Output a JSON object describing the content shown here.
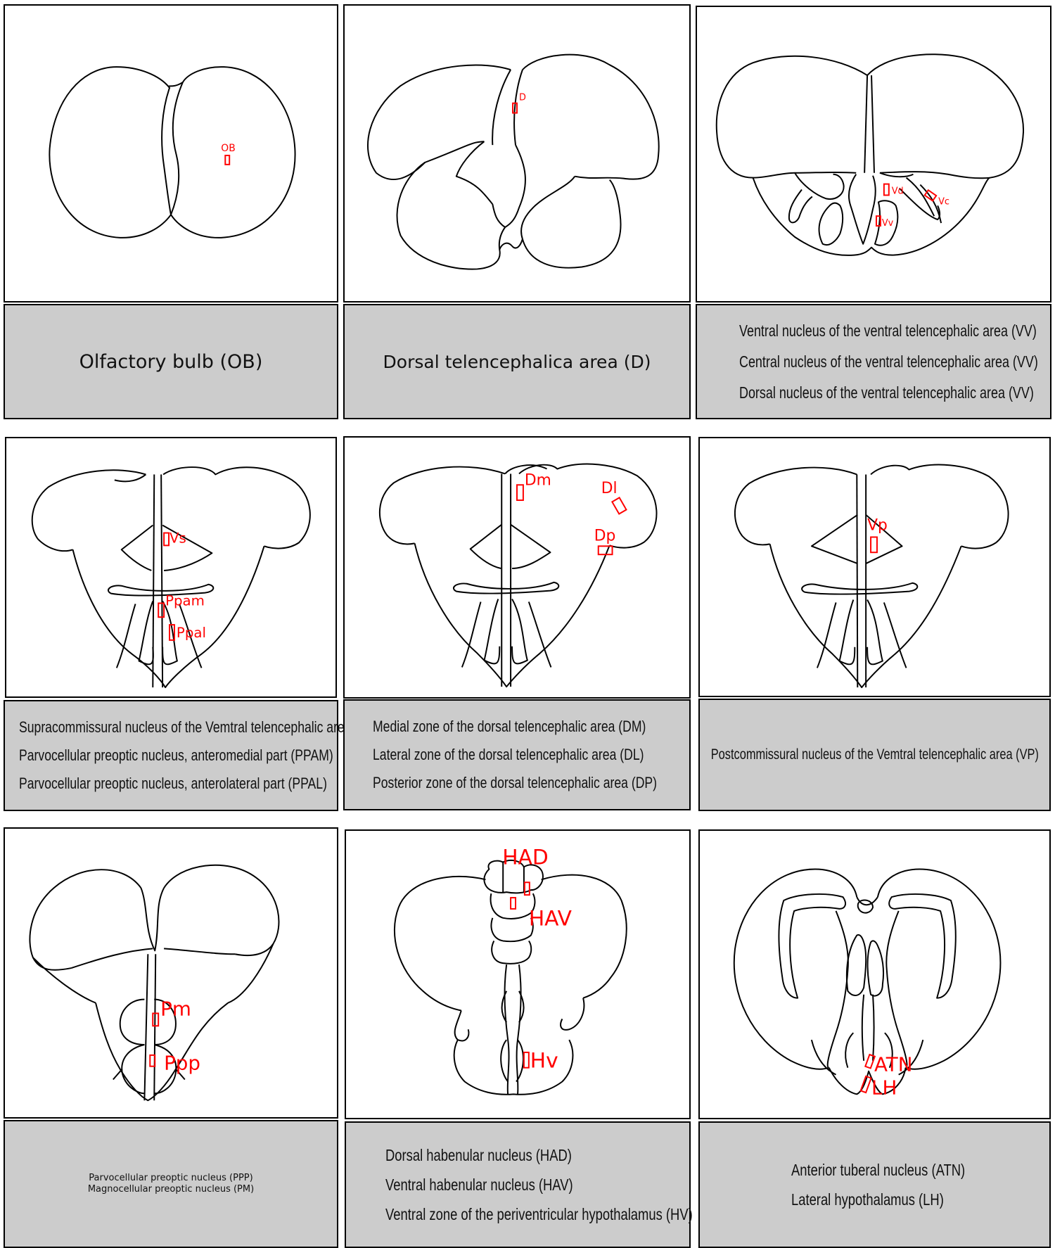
{
  "panels": [
    {
      "id": "p1",
      "labels": [
        "OB"
      ],
      "caption": [
        "Olfactory bulb (OB)"
      ]
    },
    {
      "id": "p2",
      "labels": [
        "D"
      ],
      "caption": [
        "Dorsal telencephalica area (D)"
      ]
    },
    {
      "id": "p3",
      "labels": [
        "Vd",
        "Vc",
        "Vv"
      ],
      "caption": [
        "Ventral nucleus of the ventral telencephalic area (VV)",
        "Central nucleus of the ventral telencephalic area (VV)",
        "Dorsal nucleus of the ventral telencephalic area (VV)"
      ]
    },
    {
      "id": "p4",
      "labels": [
        "Vs",
        "Ppam",
        "Ppal"
      ],
      "caption": [
        "Supracommissural nucleus of the Vemtral telencephalic area (VS)",
        "Parvocellular preoptic nucleus, anteromedial part (PPAM)",
        "Parvocellular preoptic nucleus, anterolateral part (PPAL)"
      ]
    },
    {
      "id": "p5",
      "labels": [
        "Dm",
        "Dl",
        "Dp"
      ],
      "caption": [
        "Medial zone of the dorsal telencephalic area (DM)",
        "Lateral zone of the dorsal telencephalic area (DL)",
        "Posterior zone of the dorsal telencephalic area (DP)"
      ]
    },
    {
      "id": "p6",
      "labels": [
        "Vp"
      ],
      "caption": [
        "Postcommissural nucleus of the Vemtral telencephalic area (VP)"
      ]
    },
    {
      "id": "p7",
      "labels": [
        "Pm",
        "Ppp"
      ],
      "caption": [
        "Parvocellular preoptic nucleus (PPP)",
        "Magnocellular preoptic nucleus (PM)"
      ]
    },
    {
      "id": "p8",
      "labels": [
        "HAD",
        "HAV",
        "Hv"
      ],
      "caption": [
        "Dorsal habenular nucleus (HAD)",
        "Ventral habenular nucleus (HAV)",
        "Ventral zone of the periventricular hypothalamus (HV)"
      ]
    },
    {
      "id": "p9",
      "labels": [
        "ATN",
        "LH"
      ],
      "caption": [
        "Anterior tuberal nucleus (ATN)",
        "Lateral hypothalamus (LH)"
      ]
    }
  ],
  "colors": {
    "label": "#ff0000",
    "caption_bg": "#cccccc",
    "outline": "#000000"
  }
}
